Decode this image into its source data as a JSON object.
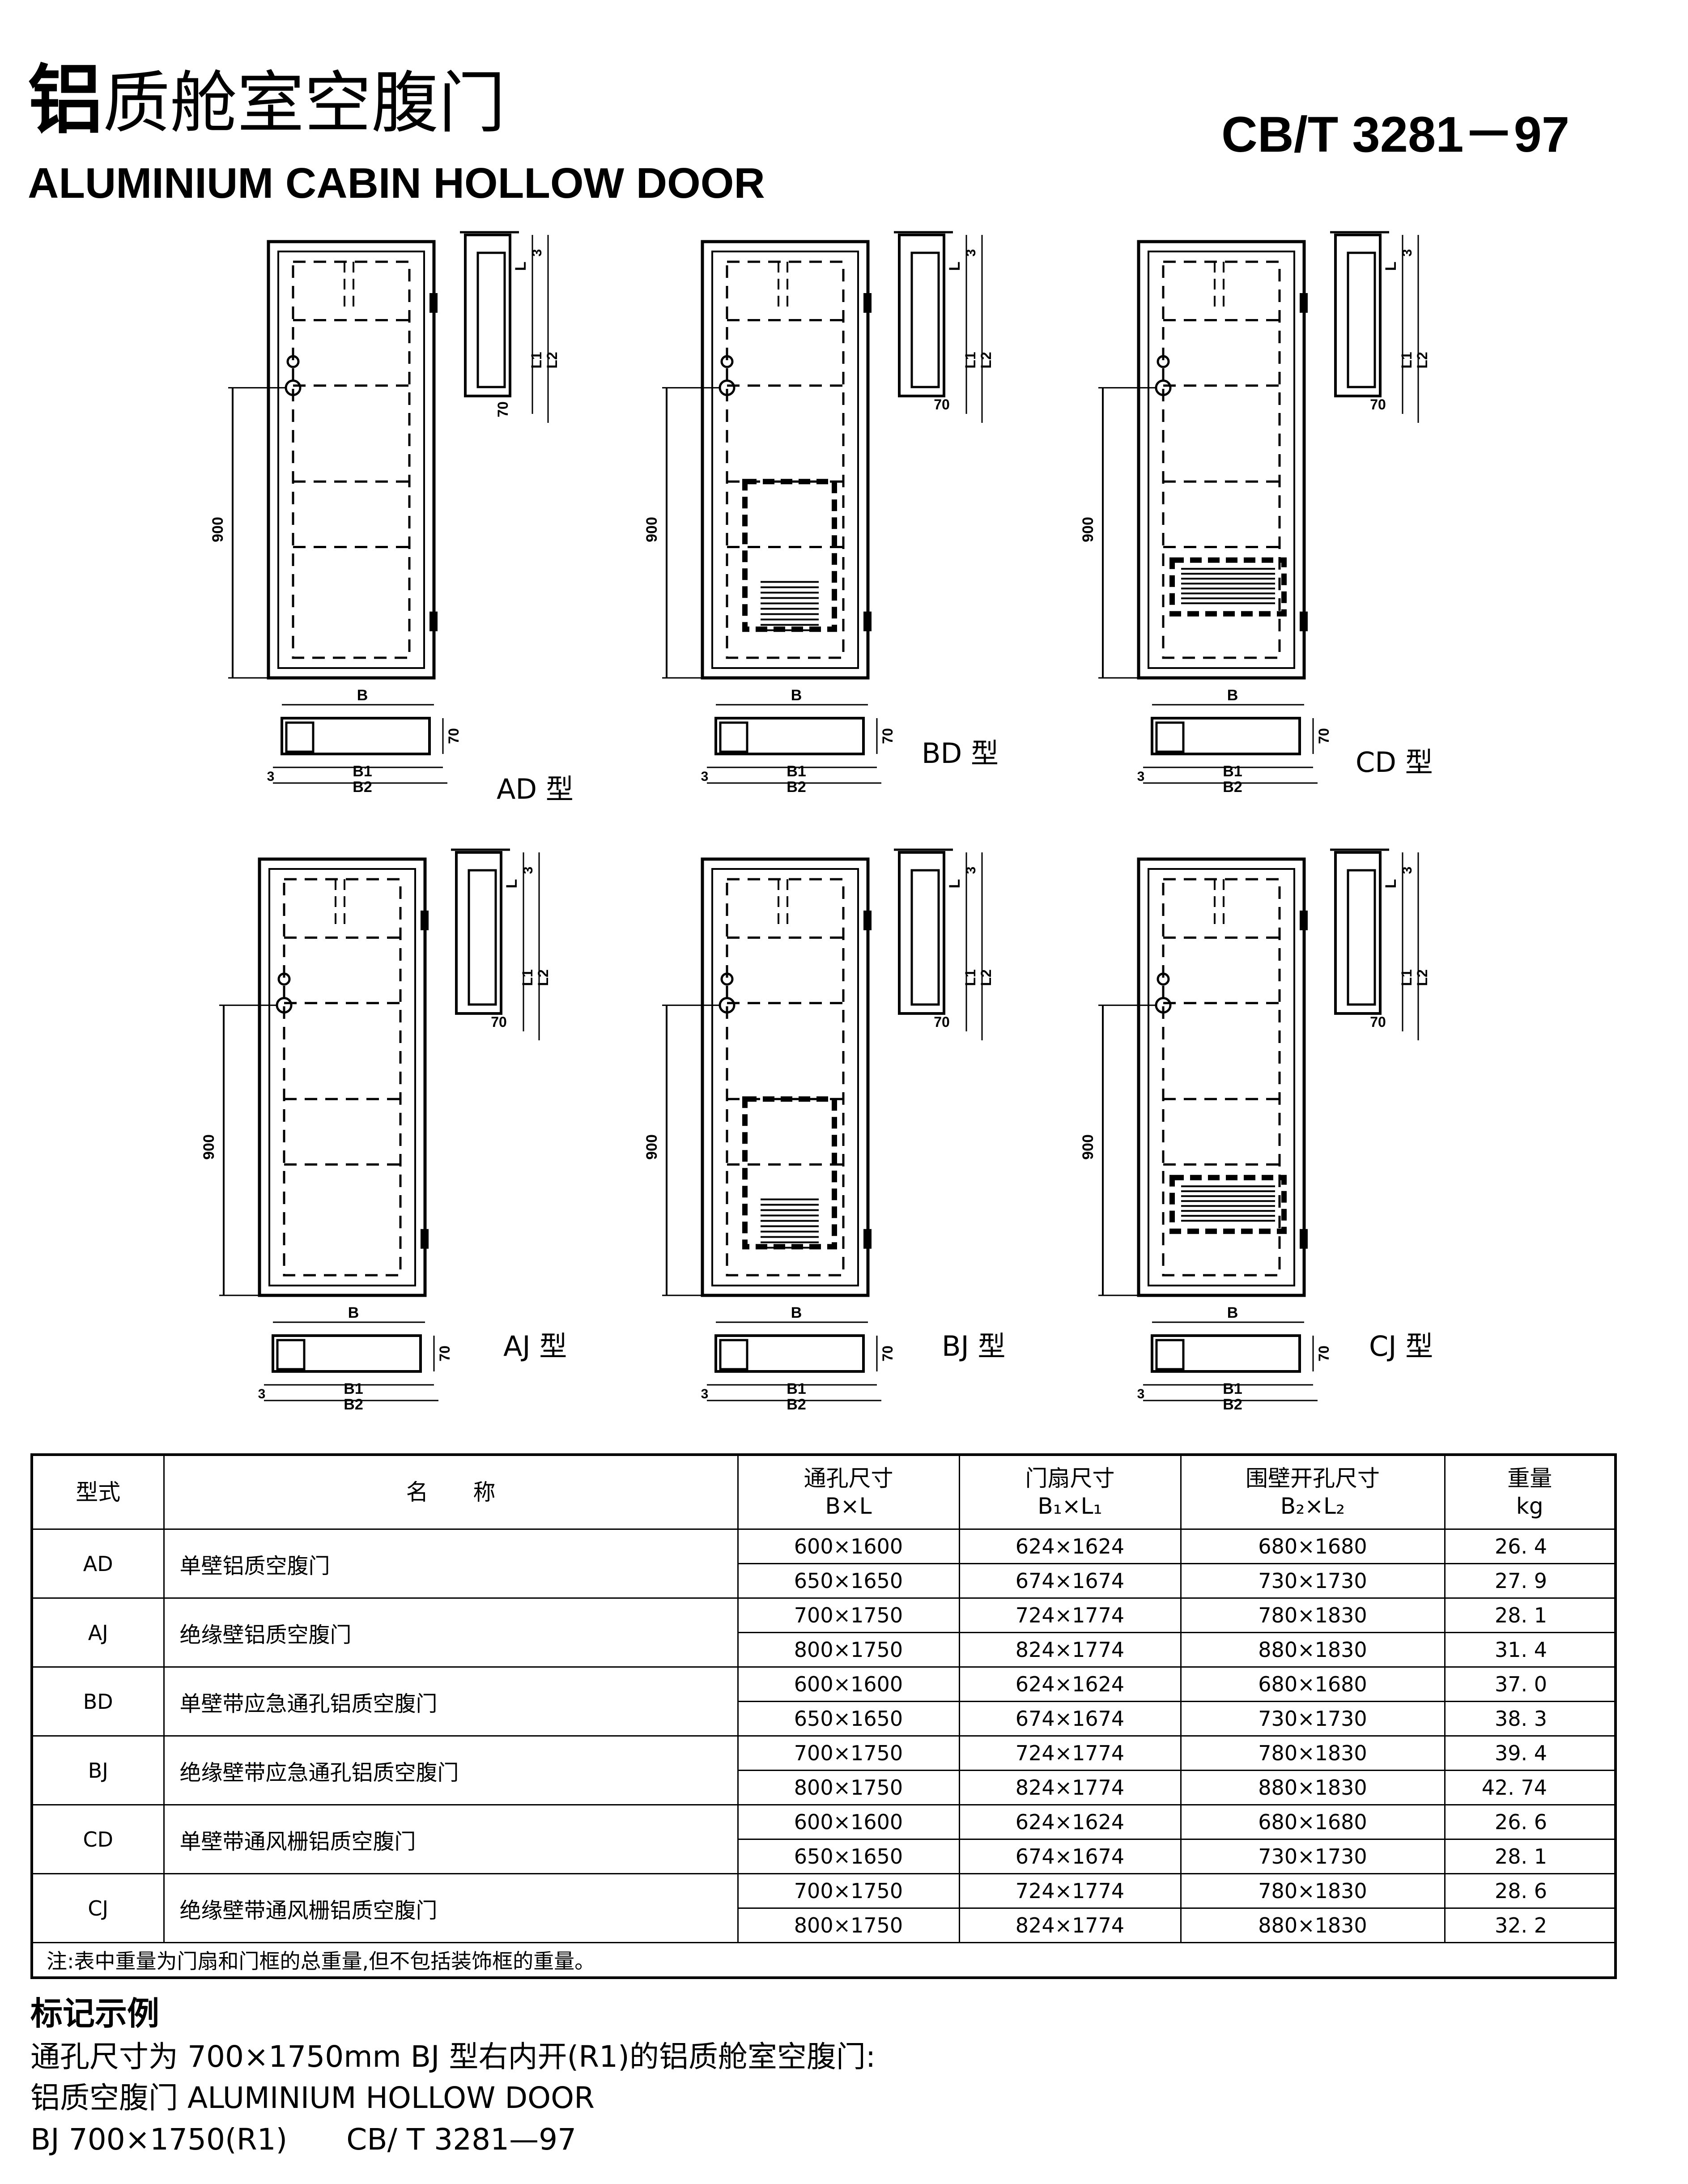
{
  "header": {
    "title_cn_first": "铝",
    "title_cn_rest": "质舱室空腹门",
    "standard_code": "CB/T 3281－97",
    "title_en": "ALUMINIUM CABIN HOLLOW DOOR"
  },
  "drawings": {
    "types": [
      "AD 型",
      "BD 型",
      "CD 型",
      "AJ 型",
      "BJ 型",
      "CJ 型"
    ],
    "dim_900": "900",
    "dim_70": "70",
    "dim_3": "3",
    "dim_B": "B",
    "dim_B1": "B1",
    "dim_B2": "B2",
    "dim_L": "L",
    "dim_L1": "L1",
    "dim_L2": "L2"
  },
  "table": {
    "headers": {
      "type": "型式",
      "name": "名　　称",
      "through_hole_1": "通孔尺寸",
      "through_hole_2": "B×L",
      "door_leaf_1": "门扇尺寸",
      "door_leaf_2": "B₁×L₁",
      "wall_opening_1": "围壁开孔尺寸",
      "wall_opening_2": "B₂×L₂",
      "weight_1": "重量",
      "weight_2": "kg"
    },
    "groups": [
      {
        "type": "AD",
        "name": "单壁铝质空腹门",
        "rows": [
          [
            "600×1600",
            "624×1624",
            "680×1680",
            "26. 4"
          ],
          [
            "650×1650",
            "674×1674",
            "730×1730",
            "27. 9"
          ]
        ]
      },
      {
        "type": "AJ",
        "name": "绝缘壁铝质空腹门",
        "rows": [
          [
            "700×1750",
            "724×1774",
            "780×1830",
            "28. 1"
          ],
          [
            "800×1750",
            "824×1774",
            "880×1830",
            "31. 4"
          ]
        ]
      },
      {
        "type": "BD",
        "name": "单壁带应急通孔铝质空腹门",
        "rows": [
          [
            "600×1600",
            "624×1624",
            "680×1680",
            "37. 0"
          ],
          [
            "650×1650",
            "674×1674",
            "730×1730",
            "38. 3"
          ]
        ]
      },
      {
        "type": "BJ",
        "name": "绝缘壁带应急通孔铝质空腹门",
        "rows": [
          [
            "700×1750",
            "724×1774",
            "780×1830",
            "39. 4"
          ],
          [
            "800×1750",
            "824×1774",
            "880×1830",
            "42. 74"
          ]
        ]
      },
      {
        "type": "CD",
        "name": "单壁带通风栅铝质空腹门",
        "rows": [
          [
            "600×1600",
            "624×1624",
            "680×1680",
            "26. 6"
          ],
          [
            "650×1650",
            "674×1674",
            "730×1730",
            "28. 1"
          ]
        ]
      },
      {
        "type": "CJ",
        "name": "绝缘壁带通风栅铝质空腹门",
        "rows": [
          [
            "700×1750",
            "724×1774",
            "780×1830",
            "28. 6"
          ],
          [
            "800×1750",
            "824×1774",
            "880×1830",
            "32. 2"
          ]
        ]
      }
    ],
    "note": "注:表中重量为门扇和门框的总重量,但不包括装饰框的重量。"
  },
  "example": {
    "heading": "标记示例",
    "line1": "通孔尺寸为 700×1750mm BJ 型右内开(R1)的铝质舱室空腹门:",
    "line2": "铝质空腹门 ALUMINIUM HOLLOW DOOR",
    "line3": "BJ 700×1750(R1)　　CB/ T 3281—97"
  }
}
